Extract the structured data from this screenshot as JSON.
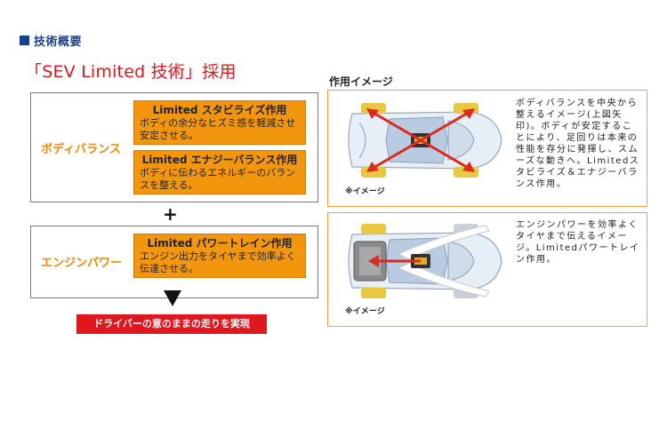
{
  "header": {
    "section_title": "技術概要",
    "main_title": "「SEV Limited 技術」採用"
  },
  "left": {
    "body_balance": {
      "label": "ボディバランス",
      "techs": [
        {
          "title": "Limited スタビライズ作用",
          "desc": "ボディの余分なヒズミ感を軽減させ安定させる。"
        },
        {
          "title": "Limited エナジーバランス作用",
          "desc": "ボディに伝わるエネルギーのバランスを整える。"
        }
      ]
    },
    "plus": "+",
    "engine_power": {
      "label": "エンジンパワー",
      "tech": {
        "title": "Limited パワートレイン作用",
        "desc": "エンジン出力をタイヤまで効率よく伝達させる。"
      }
    },
    "result": "ドライバーの意のままの走りを実現"
  },
  "right": {
    "caption": "作用イメージ",
    "panels": [
      {
        "description": "ボディバランスを中央から整えるイメージ(上図矢印)。ボディが安定することにより、足回りは本来の性能を存分に発揮し、スムーズな動きへ。Limitedスタビライズ＆エナジーバランス作用。",
        "note": "※イメージ"
      },
      {
        "description": "エンジンパワーを効率よくタイヤまで伝えるイメージ。Limitedパワートレイン作用。",
        "note": "※イメージ"
      }
    ]
  },
  "colors": {
    "accent_blue": "#1b3f8f",
    "accent_red": "#e0181e",
    "orange": "#f2960d",
    "panel_border": "#f0a040"
  }
}
